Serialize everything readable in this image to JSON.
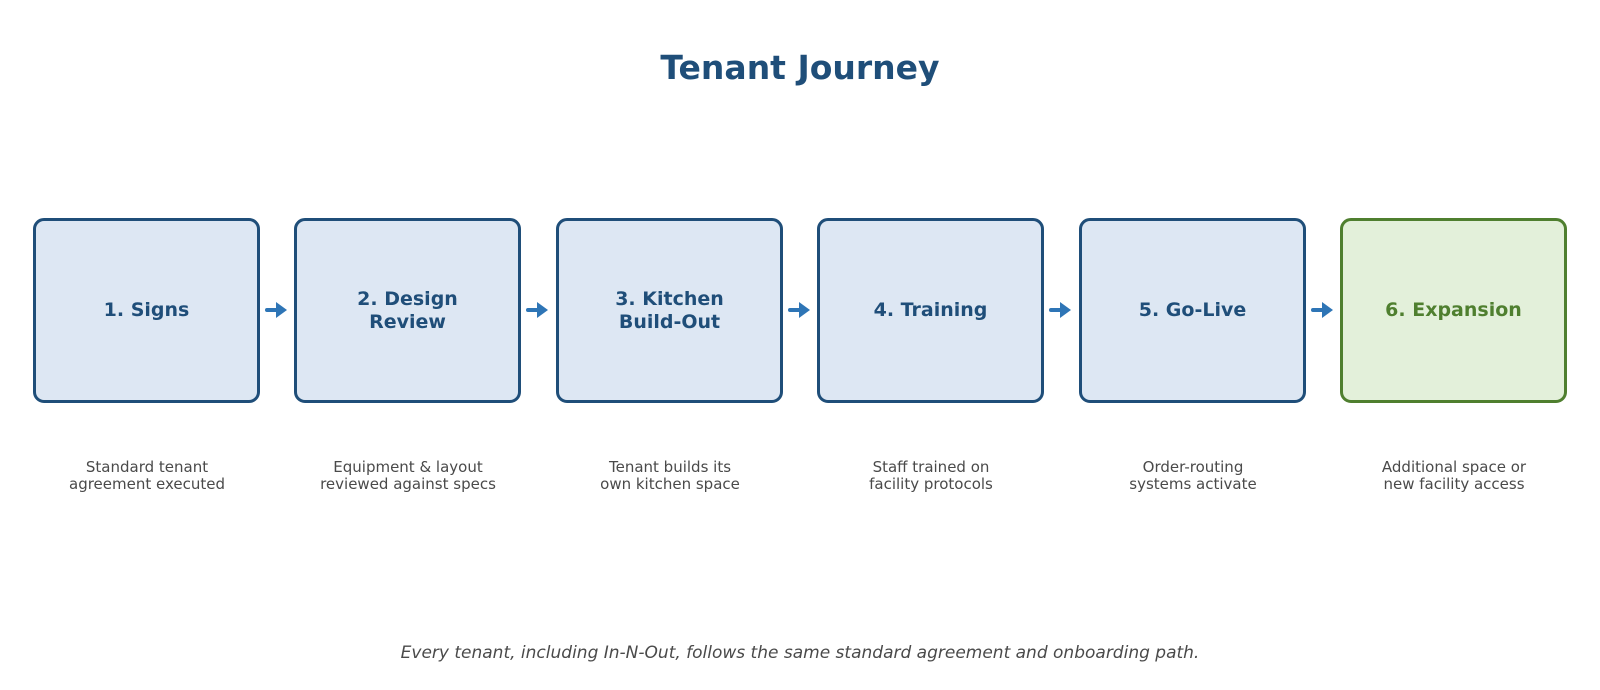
{
  "title": "Tenant Journey",
  "steps": [
    {
      "label": "1. Signs",
      "description": "Standard tenant\nagreement executed"
    },
    {
      "label": "2. Design\nReview",
      "description": "Equipment & layout\nreviewed against specs"
    },
    {
      "label": "3. Kitchen\nBuild-Out",
      "description": "Tenant builds its\nown kitchen space"
    },
    {
      "label": "4. Training",
      "description": "Staff trained on\nfacility protocols"
    },
    {
      "label": "5. Go-Live",
      "description": "Order-routing\nsystems activate"
    },
    {
      "label": "6. Expansion",
      "description": "Additional space or\nnew facility access"
    }
  ],
  "footer": "Every tenant, including In-N-Out, follows the same standard agreement and onboarding path.",
  "colors": {
    "primary": "#1f4e79",
    "step_fill": "#dde7f3",
    "final_border": "#4f7f2f",
    "final_fill": "#e3f0da",
    "arrow": "#2e75b6",
    "text_muted": "#4a4a4a"
  },
  "icons": {
    "connector": "arrow-right-icon"
  }
}
